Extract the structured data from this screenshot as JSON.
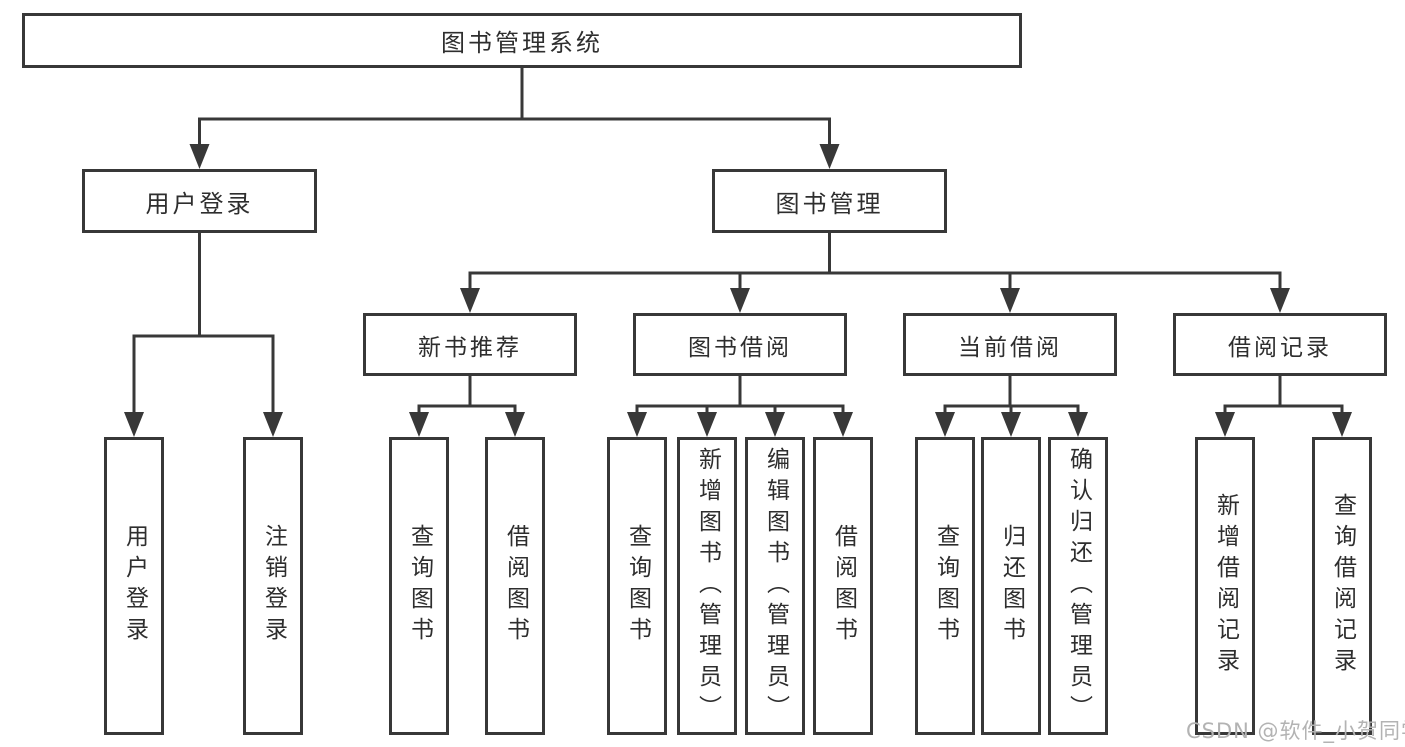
{
  "diagram": {
    "type": "hierarchy-tree",
    "root": {
      "label": "图书管理系统",
      "children": [
        {
          "label": "用户登录",
          "children": [
            {
              "label": "用户登录"
            },
            {
              "label": "注销登录"
            }
          ]
        },
        {
          "label": "图书管理",
          "children": [
            {
              "label": "新书推荐",
              "children": [
                {
                  "label": "查询图书"
                },
                {
                  "label": "借阅图书"
                }
              ]
            },
            {
              "label": "图书借阅",
              "children": [
                {
                  "label": "查询图书"
                },
                {
                  "label": "新增图书（管理员）"
                },
                {
                  "label": "编辑图书（管理员）"
                },
                {
                  "label": "借阅图书"
                }
              ]
            },
            {
              "label": "当前借阅",
              "children": [
                {
                  "label": "查询图书"
                },
                {
                  "label": "归还图书"
                },
                {
                  "label": "确认归还（管理员）"
                }
              ]
            },
            {
              "label": "借阅记录",
              "children": [
                {
                  "label": "新增借阅记录"
                },
                {
                  "label": "查询借阅记录"
                }
              ]
            }
          ]
        }
      ]
    },
    "colors": {
      "line": "#383838",
      "text": "#2e2e2e",
      "watermark": "#b3b3b3",
      "background": "#ffffff"
    }
  },
  "watermark": {
    "text": "CSDN @软件_小贺同学"
  }
}
